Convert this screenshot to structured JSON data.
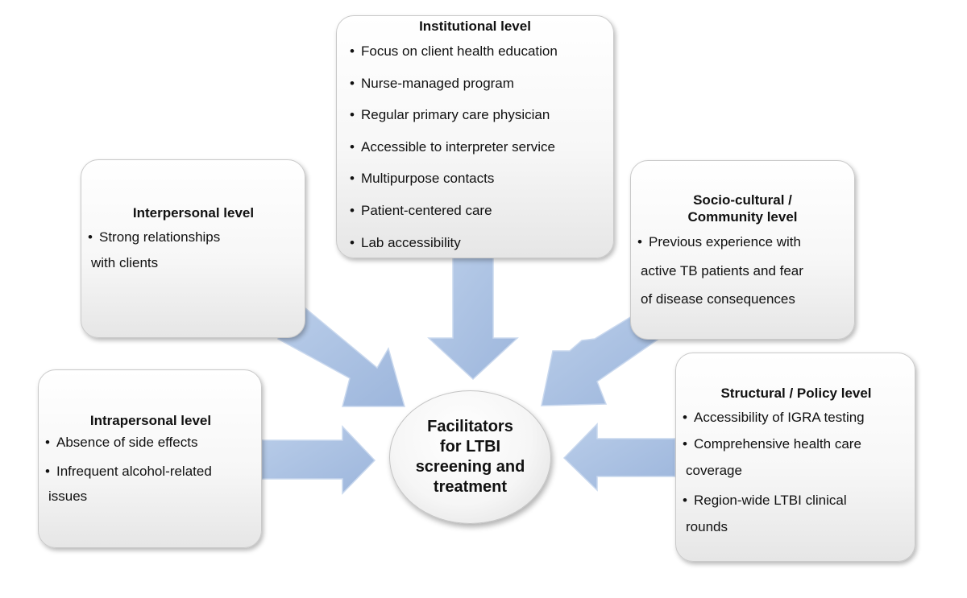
{
  "center": {
    "lines": [
      "Facilitators",
      "for LTBI",
      "screening and",
      "treatment"
    ]
  },
  "institutional": {
    "title": "Institutional level",
    "items": [
      "Focus on client health education",
      "Nurse-managed program",
      "Regular primary care physician",
      "Accessible to interpreter service",
      "Multipurpose contacts",
      "Patient-centered care",
      "Lab accessibility"
    ]
  },
  "interpersonal": {
    "title": "Interpersonal level",
    "items": [
      "Strong relationships",
      "with clients"
    ]
  },
  "sociocultural": {
    "title_lines": [
      "Socio-cultural /",
      "Community level"
    ],
    "items": [
      "Previous experience with",
      "active TB patients and fear",
      "of disease consequences"
    ]
  },
  "intrapersonal": {
    "title": "Intrapersonal level",
    "items": [
      "Absence of side effects",
      "Infrequent alcohol-related",
      "issues"
    ]
  },
  "structural": {
    "title": "Structural / Policy level",
    "items": [
      "Accessibility of IGRA testing",
      "Comprehensive health care",
      "coverage",
      "Region-wide LTBI clinical",
      "rounds"
    ]
  },
  "colors": {
    "arrow_fill": "#a9c0e2",
    "arrow_edge": "#c9d8ee",
    "box_border": "#c9c9c9"
  }
}
